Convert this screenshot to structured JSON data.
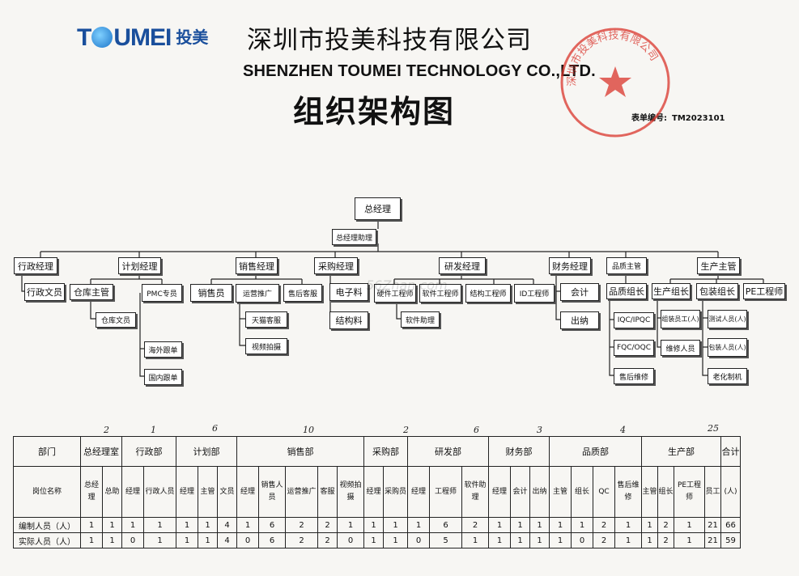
{
  "header": {
    "logo_text": "TOUMEI",
    "logo_cn": "投美",
    "company_cn": "深圳市投美科技有限公司",
    "company_en": "SHENZHEN TOUMEI TECHNOLOGY CO.,LTD.",
    "doc_title": "组织架构图",
    "form_no_label": "表单编号:",
    "form_no_value": "TM2023101",
    "seal_text": "深圳市投美科技有限公司",
    "seal_color": "#d9342b"
  },
  "watermark": "56Zhan.com",
  "org": {
    "general_manager": "总经理",
    "gm_assistant": "总经理助理",
    "admin_manager": "行政经理",
    "admin_clerk": "行政文员",
    "planning_manager": "计划经理",
    "warehouse_supervisor": "仓库主管",
    "warehouse_clerk": "仓库文员",
    "pmc_clerk": "PMC专员",
    "overseas_follow": "海外跟单",
    "domestic_follow": "国内跟单",
    "sales_manager": "销售经理",
    "salesperson": "销售员",
    "ops_promotion": "运营推广",
    "aftersales_service": "售后客服",
    "tmall_service": "天猫客服",
    "video_shooting": "视频拍摄",
    "purchasing_manager": "采购经理",
    "electronic_materials": "电子料",
    "structural_materials": "结构料",
    "rd_manager": "研发经理",
    "hardware_engineer": "硬件工程师",
    "software_engineer": "软件工程师",
    "software_assistant": "软件助理",
    "structural_engineer": "结构工程师",
    "id_engineer": "ID工程师",
    "finance_manager": "财务经理",
    "accountant": "会计",
    "cashier": "出纳",
    "quality_supervisor": "品质主管",
    "quality_leader": "品质组长",
    "iqc_ipqc": "IQC/IPQC",
    "fqc_oqc": "FQC/OQC",
    "aftersales_repair": "售后维修",
    "production_supervisor": "生产主管",
    "production_leader": "生产组长",
    "assembly_worker": "组装员工(人)",
    "repair_worker": "维修人员",
    "packing_leader": "包装组长",
    "test_worker": "测试人员(人)",
    "packing_worker": "包装人员(人)",
    "aging_burnin": "老化制机",
    "pe_engineer": "PE工程师"
  },
  "handwritten_counts": [
    "2",
    "1",
    "6",
    "10",
    "2",
    "6",
    "3",
    "4",
    "25"
  ],
  "staff_table": {
    "row_headers": {
      "dept": "部门",
      "position": "岗位名称",
      "planned": "编制人员（人）",
      "actual": "实际人员（人）"
    },
    "total_label": "合计",
    "total_unit": "(人)",
    "departments": [
      {
        "name": "总经理室",
        "positions": [
          "总经理",
          "总助"
        ],
        "planned": [
          "1",
          "1"
        ],
        "actual": [
          "1",
          "1"
        ]
      },
      {
        "name": "行政部",
        "positions": [
          "经理",
          "行政人员"
        ],
        "planned": [
          "1",
          "1"
        ],
        "actual": [
          "0",
          "1"
        ]
      },
      {
        "name": "计划部",
        "positions": [
          "经理",
          "主管",
          "文员"
        ],
        "planned": [
          "1",
          "1",
          "4"
        ],
        "actual": [
          "1",
          "1",
          "4"
        ]
      },
      {
        "name": "销售部",
        "positions": [
          "经理",
          "销售人员",
          "运营推广",
          "客服",
          "视频拍摄"
        ],
        "planned": [
          "1",
          "6",
          "2",
          "2",
          "1"
        ],
        "actual": [
          "0",
          "6",
          "2",
          "2",
          "0"
        ]
      },
      {
        "name": "采购部",
        "positions": [
          "经理",
          "采购员"
        ],
        "planned": [
          "1",
          "1"
        ],
        "actual": [
          "1",
          "1"
        ]
      },
      {
        "name": "研发部",
        "positions": [
          "经理",
          "工程师",
          "软件助理"
        ],
        "planned": [
          "1",
          "6",
          "2"
        ],
        "actual": [
          "0",
          "5",
          "1"
        ]
      },
      {
        "name": "财务部",
        "positions": [
          "经理",
          "会计",
          "出纳"
        ],
        "planned": [
          "1",
          "1",
          "1"
        ],
        "actual": [
          "1",
          "1",
          "1"
        ]
      },
      {
        "name": "品质部",
        "positions": [
          "主管",
          "组长",
          "QC",
          "售后维修"
        ],
        "planned": [
          "1",
          "1",
          "2",
          "1"
        ],
        "actual": [
          "1",
          "0",
          "2",
          "1"
        ]
      },
      {
        "name": "生产部",
        "positions": [
          "主管",
          "组长",
          "PE工程师",
          "员工"
        ],
        "planned": [
          "1",
          "2",
          "1",
          "21"
        ],
        "actual": [
          "1",
          "2",
          "1",
          "21"
        ]
      }
    ],
    "totals": {
      "planned": "66",
      "actual": "59"
    }
  }
}
